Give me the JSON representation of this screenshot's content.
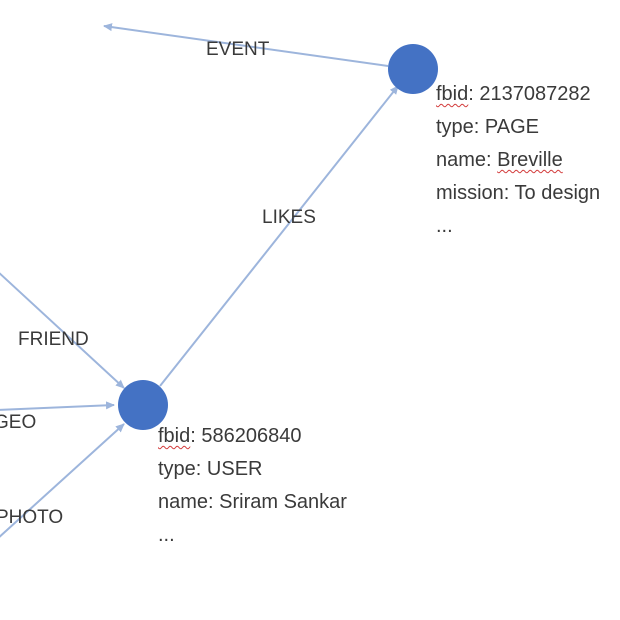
{
  "colors": {
    "node_fill": "#4472c4",
    "edge_stroke": "#9db5dc",
    "text": "#3a3a3a",
    "spellcheck": "#d23a3a"
  },
  "edges": {
    "event": "EVENT",
    "likes": "LIKES",
    "friend": "FRIEND",
    "geo": "GEO",
    "photo": "PHOTO"
  },
  "page_node": {
    "fbid_key": "fbid",
    "fbid_value": ": 2137087282",
    "type": "type: PAGE",
    "name_key": "name: ",
    "name_value": "Breville",
    "mission": "mission: To design",
    "more": "..."
  },
  "user_node": {
    "fbid_key": "fbid",
    "fbid_value": ": 586206840",
    "type": "type: USER",
    "name": "name: Sriram Sankar",
    "more": "..."
  }
}
